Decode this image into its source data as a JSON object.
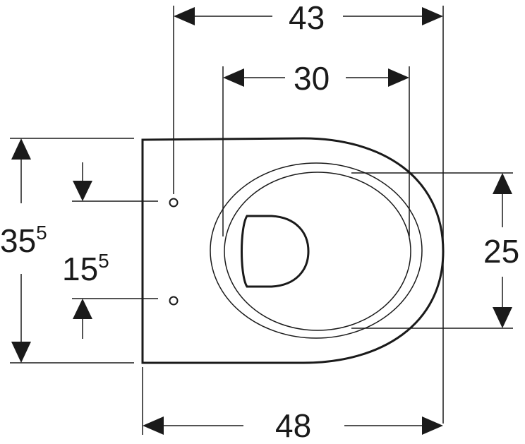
{
  "diagram": {
    "type": "technical-dimension-drawing",
    "subject": "wall-hung toilet bowl, top view",
    "line_color": "#1a1a1a",
    "background": "#ffffff"
  },
  "dimensions": {
    "top_outer": {
      "value": "43"
    },
    "top_inner": {
      "value": "30"
    },
    "bottom": {
      "value": "48"
    },
    "right": {
      "value": "25"
    },
    "left_outer": {
      "value": "35",
      "superscript": "5"
    },
    "left_inner": {
      "value": "15",
      "superscript": "5"
    }
  }
}
